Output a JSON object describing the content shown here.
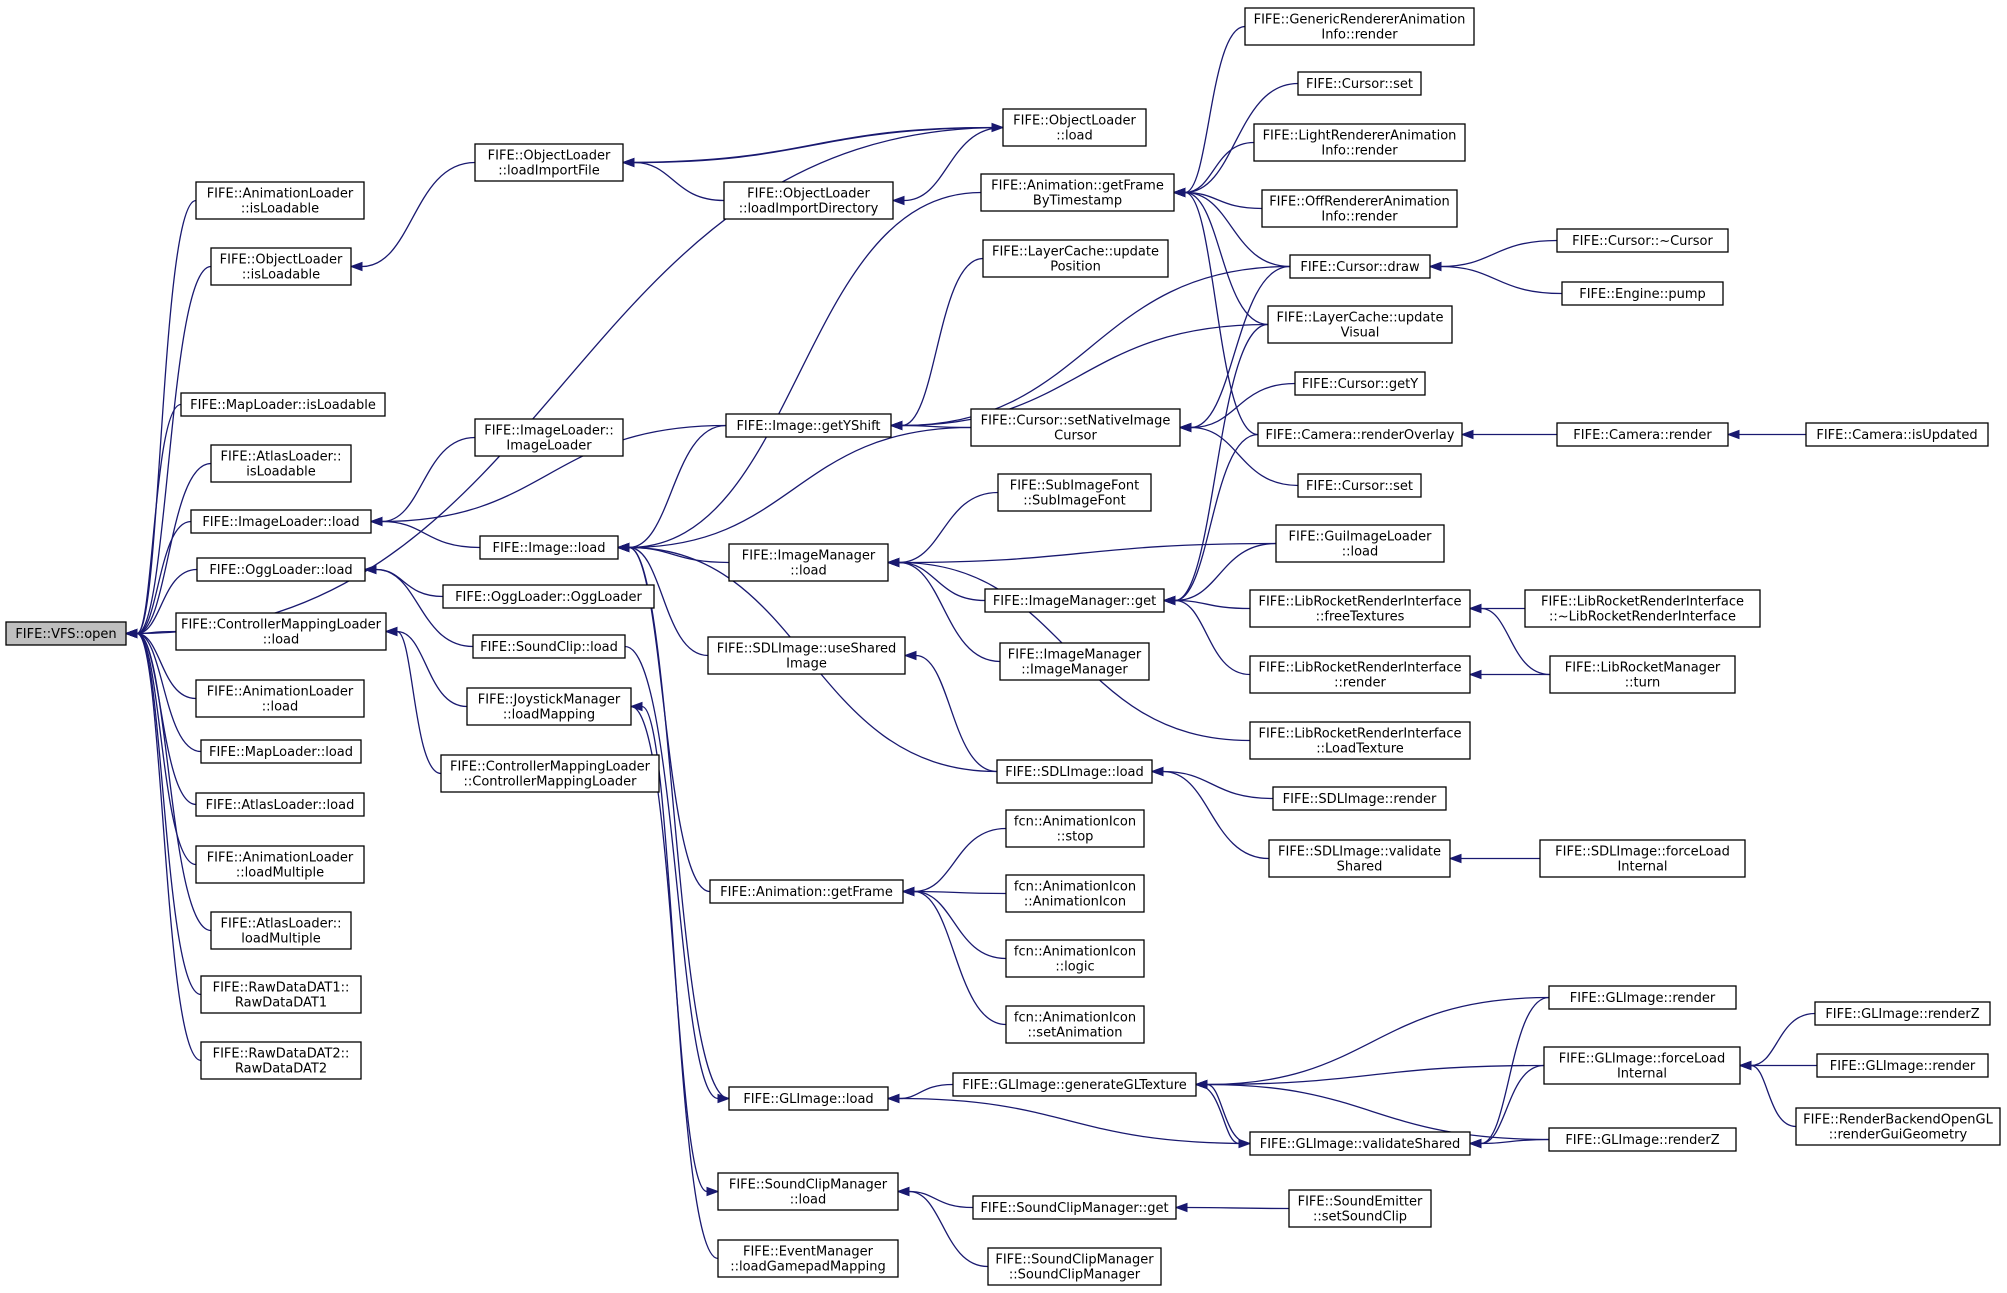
{
  "diagram": {
    "title": "",
    "nodes": [
      {
        "id": "vfs_open",
        "label": [
          "FIFE::VFS::open"
        ],
        "root": true
      },
      {
        "id": "al_isloadable",
        "label": [
          "FIFE::AnimationLoader",
          "::isLoadable"
        ]
      },
      {
        "id": "ol_isloadable",
        "label": [
          "FIFE::ObjectLoader",
          "::isLoadable"
        ]
      },
      {
        "id": "ml_isloadable",
        "label": [
          "FIFE::MapLoader::isLoadable"
        ]
      },
      {
        "id": "atl_isloadable",
        "label": [
          "FIFE::AtlasLoader::",
          "isLoadable"
        ]
      },
      {
        "id": "il_load",
        "label": [
          "FIFE::ImageLoader::load"
        ]
      },
      {
        "id": "ogg_load",
        "label": [
          "FIFE::OggLoader::load"
        ]
      },
      {
        "id": "cml_load",
        "label": [
          "FIFE::ControllerMappingLoader",
          "::load"
        ]
      },
      {
        "id": "al_load",
        "label": [
          "FIFE::AnimationLoader",
          "::load"
        ]
      },
      {
        "id": "ml_load",
        "label": [
          "FIFE::MapLoader::load"
        ]
      },
      {
        "id": "atl_load",
        "label": [
          "FIFE::AtlasLoader::load"
        ]
      },
      {
        "id": "al_loadmultiple",
        "label": [
          "FIFE::AnimationLoader",
          "::loadMultiple"
        ]
      },
      {
        "id": "atl_loadmultiple",
        "label": [
          "FIFE::AtlasLoader::",
          "loadMultiple"
        ]
      },
      {
        "id": "rawdat1",
        "label": [
          "FIFE::RawDataDAT1::",
          "RawDataDAT1"
        ]
      },
      {
        "id": "rawdat2",
        "label": [
          "FIFE::RawDataDAT2::",
          "RawDataDAT2"
        ]
      },
      {
        "id": "ol_loadimportfile",
        "label": [
          "FIFE::ObjectLoader",
          "::loadImportFile"
        ]
      },
      {
        "id": "il_ctor",
        "label": [
          "FIFE::ImageLoader::",
          "ImageLoader"
        ]
      },
      {
        "id": "image_load",
        "label": [
          "FIFE::Image::load"
        ]
      },
      {
        "id": "ogg_ctor",
        "label": [
          "FIFE::OggLoader::OggLoader"
        ]
      },
      {
        "id": "soundclip_load",
        "label": [
          "FIFE::SoundClip::load"
        ]
      },
      {
        "id": "joystick_loadmapping",
        "label": [
          "FIFE::JoystickManager",
          "::loadMapping"
        ]
      },
      {
        "id": "cml_ctor",
        "label": [
          "FIFE::ControllerMappingLoader",
          "::ControllerMappingLoader"
        ]
      },
      {
        "id": "ol_load",
        "label": [
          "FIFE::ObjectLoader",
          "::load"
        ]
      },
      {
        "id": "ol_loadimportdir",
        "label": [
          "FIFE::ObjectLoader",
          "::loadImportDirectory"
        ]
      },
      {
        "id": "anim_getframebyts",
        "label": [
          "FIFE::Animation::getFrame",
          "ByTimestamp"
        ]
      },
      {
        "id": "layercache_updatepos",
        "label": [
          "FIFE::LayerCache::update",
          "Position"
        ]
      },
      {
        "id": "image_getyshift",
        "label": [
          "FIFE::Image::getYShift"
        ]
      },
      {
        "id": "cursor_setnative",
        "label": [
          "FIFE::Cursor::setNativeImage",
          "Cursor"
        ]
      },
      {
        "id": "subimagefont",
        "label": [
          "FIFE::SubImageFont",
          "::SubImageFont"
        ]
      },
      {
        "id": "imagemanager_load",
        "label": [
          "FIFE::ImageManager",
          "::load"
        ]
      },
      {
        "id": "imagemanager_get",
        "label": [
          "FIFE::ImageManager::get"
        ]
      },
      {
        "id": "sdlimage_useshared",
        "label": [
          "FIFE::SDLImage::useShared",
          "Image"
        ]
      },
      {
        "id": "imagemanager_ctor",
        "label": [
          "FIFE::ImageManager",
          "::ImageManager"
        ]
      },
      {
        "id": "sdlimage_load",
        "label": [
          "FIFE::SDLImage::load"
        ]
      },
      {
        "id": "animicon_stop",
        "label": [
          "fcn::AnimationIcon",
          "::stop"
        ]
      },
      {
        "id": "anim_getframe",
        "label": [
          "FIFE::Animation::getFrame"
        ]
      },
      {
        "id": "animicon_ctor",
        "label": [
          "fcn::AnimationIcon",
          "::AnimationIcon"
        ]
      },
      {
        "id": "animicon_logic",
        "label": [
          "fcn::AnimationIcon",
          "::logic"
        ]
      },
      {
        "id": "animicon_setanim",
        "label": [
          "fcn::AnimationIcon",
          "::setAnimation"
        ]
      },
      {
        "id": "glimage_load",
        "label": [
          "FIFE::GLImage::load"
        ]
      },
      {
        "id": "glimage_generate",
        "label": [
          "FIFE::GLImage::generateGLTexture"
        ]
      },
      {
        "id": "soundclipmanager_load",
        "label": [
          "FIFE::SoundClipManager",
          "::load"
        ]
      },
      {
        "id": "soundclipmanager_get",
        "label": [
          "FIFE::SoundClipManager::get"
        ]
      },
      {
        "id": "eventmanager_loadgamepad",
        "label": [
          "FIFE::EventManager",
          "::loadGamepadMapping"
        ]
      },
      {
        "id": "soundclipmanager_ctor",
        "label": [
          "FIFE::SoundClipManager",
          "::SoundClipManager"
        ]
      },
      {
        "id": "generic_render",
        "label": [
          "FIFE::GenericRendererAnimation",
          "Info::render"
        ]
      },
      {
        "id": "cursor_set_top",
        "label": [
          "FIFE::Cursor::set"
        ]
      },
      {
        "id": "light_render",
        "label": [
          "FIFE::LightRendererAnimation",
          "Info::render"
        ]
      },
      {
        "id": "off_render",
        "label": [
          "FIFE::OffRendererAnimation",
          "Info::render"
        ]
      },
      {
        "id": "cursor_draw",
        "label": [
          "FIFE::Cursor::draw"
        ]
      },
      {
        "id": "layercache_updatevisual",
        "label": [
          "FIFE::LayerCache::update",
          "Visual"
        ]
      },
      {
        "id": "cursor_gety",
        "label": [
          "FIFE::Cursor::getY"
        ]
      },
      {
        "id": "camera_renderoverlay",
        "label": [
          "FIFE::Camera::renderOverlay"
        ]
      },
      {
        "id": "cursor_set_bottom",
        "label": [
          "FIFE::Cursor::set"
        ]
      },
      {
        "id": "guiimageloader_load",
        "label": [
          "FIFE::GuiImageLoader",
          "::load"
        ]
      },
      {
        "id": "librocket_freetextures",
        "label": [
          "FIFE::LibRocketRenderInterface",
          "::freeTextures"
        ]
      },
      {
        "id": "librocket_render",
        "label": [
          "FIFE::LibRocketRenderInterface",
          "::render"
        ]
      },
      {
        "id": "librocket_loadtexture",
        "label": [
          "FIFE::LibRocketRenderInterface",
          "::LoadTexture"
        ]
      },
      {
        "id": "sdlimage_render",
        "label": [
          "FIFE::SDLImage::render"
        ]
      },
      {
        "id": "sdlimage_validateshared",
        "label": [
          "FIFE::SDLImage::validate",
          "Shared"
        ]
      },
      {
        "id": "glimage_validateshared",
        "label": [
          "FIFE::GLImage::validateShared"
        ]
      },
      {
        "id": "soundemitter_setclip",
        "label": [
          "FIFE::SoundEmitter",
          "::setSoundClip"
        ]
      },
      {
        "id": "cursor_dtor",
        "label": [
          "FIFE::Cursor::~Cursor"
        ]
      },
      {
        "id": "engine_pump",
        "label": [
          "FIFE::Engine::pump"
        ]
      },
      {
        "id": "camera_render",
        "label": [
          "FIFE::Camera::render"
        ]
      },
      {
        "id": "librocket_dtor",
        "label": [
          "FIFE::LibRocketRenderInterface",
          "::~LibRocketRenderInterface"
        ]
      },
      {
        "id": "librocketmanager_turn",
        "label": [
          "FIFE::LibRocketManager",
          "::turn"
        ]
      },
      {
        "id": "sdlimage_forceload",
        "label": [
          "FIFE::SDLImage::forceLoad",
          "Internal"
        ]
      },
      {
        "id": "glimage_render",
        "label": [
          "FIFE::GLImage::render"
        ]
      },
      {
        "id": "glimage_forceload",
        "label": [
          "FIFE::GLImage::forceLoad",
          "Internal"
        ]
      },
      {
        "id": "glimage_renderz",
        "label": [
          "FIFE::GLImage::renderZ"
        ]
      },
      {
        "id": "camera_isupdated",
        "label": [
          "FIFE::Camera::isUpdated"
        ]
      },
      {
        "id": "glimage_renderz2",
        "label": [
          "FIFE::GLImage::renderZ"
        ]
      },
      {
        "id": "glimage_render2",
        "label": [
          "FIFE::GLImage::render"
        ]
      },
      {
        "id": "renderbackend_gui",
        "label": [
          "FIFE::RenderBackendOpenGL",
          "::renderGuiGeometry"
        ]
      }
    ]
  }
}
